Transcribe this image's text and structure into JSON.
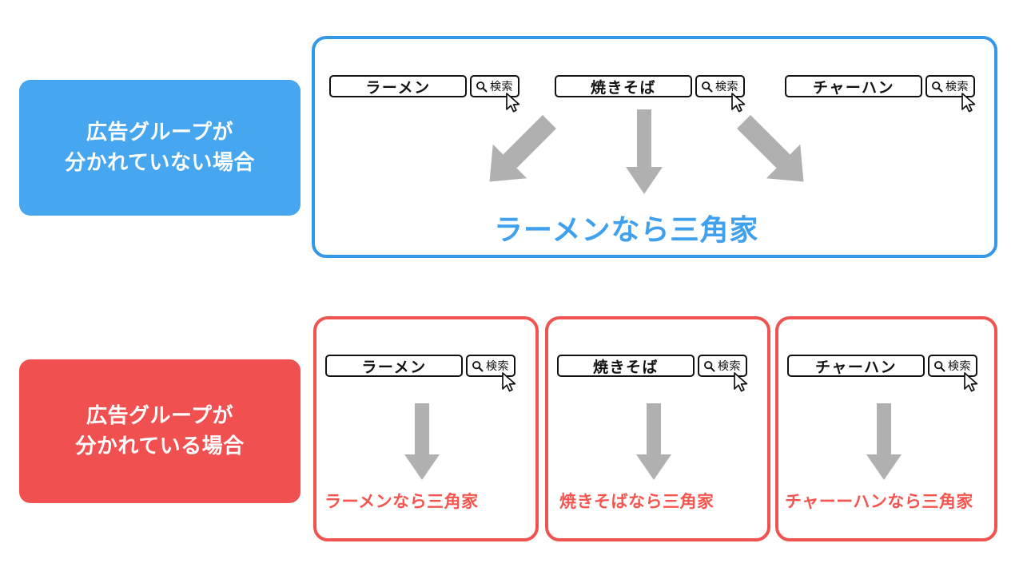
{
  "colors": {
    "blue_accent": "#3498ea",
    "blue_fill": "#46a6f0",
    "blue_text": "#3fa0ee",
    "red_accent": "#ef5350",
    "red_fill": "#f0504f",
    "red_text": "#f4564f",
    "arrow_gray": "#b0b0b0",
    "background": "#ffffff"
  },
  "top_section": {
    "label": {
      "line1": "広告グループが",
      "line2": "分かれていない場合"
    },
    "searches": [
      {
        "term": "ラーメン",
        "button_label": "検索"
      },
      {
        "term": "焼きそば",
        "button_label": "検索"
      },
      {
        "term": "チャーハン",
        "button_label": "検索"
      }
    ],
    "ad_headline": "ラーメンなら三角家"
  },
  "bottom_section": {
    "label": {
      "line1": "広告グループが",
      "line2": "分かれている場合"
    },
    "groups": [
      {
        "search": {
          "term": "ラーメン",
          "button_label": "検索"
        },
        "ad_headline": "ラーメンなら三角家"
      },
      {
        "search": {
          "term": "焼きそば",
          "button_label": "検索"
        },
        "ad_headline": "焼きそばなら三角家"
      },
      {
        "search": {
          "term": "チャーハン",
          "button_label": "検索"
        },
        "ad_headline": "チャーーハンなら三角家"
      }
    ]
  },
  "icons": {
    "magnifier": "search-icon",
    "cursor": "mouse-pointer-icon",
    "arrow": "arrow-down-icon"
  }
}
